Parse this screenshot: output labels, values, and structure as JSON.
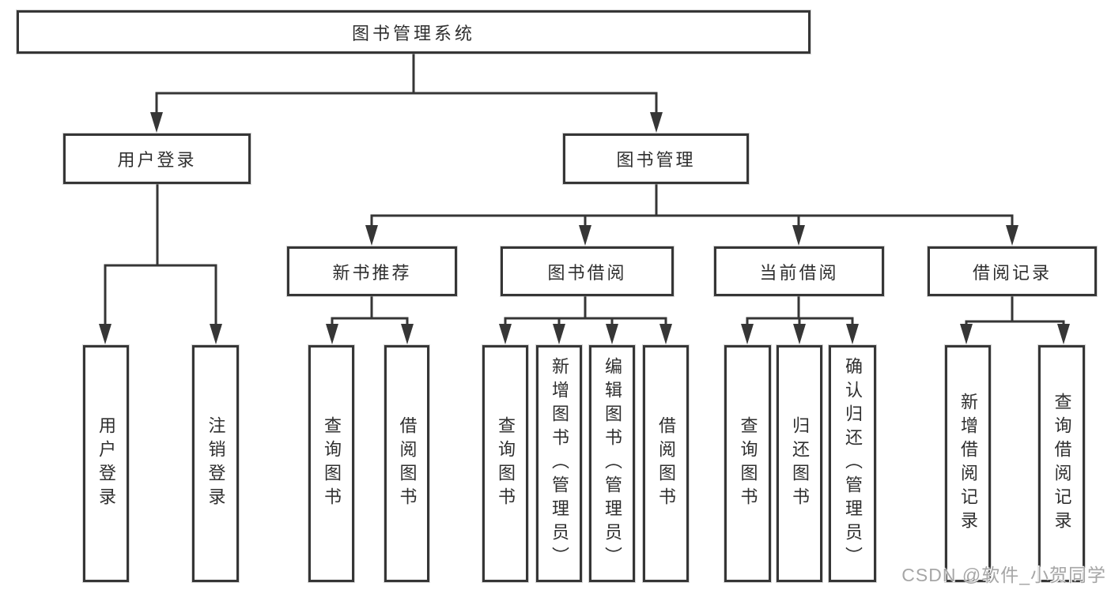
{
  "watermark": "CSDN @软件_小贺同学",
  "diagram_type": "hierarchy-tree",
  "tree": {
    "label": "图书管理系统",
    "children": [
      {
        "label": "用户登录",
        "children": [
          {
            "label": "用户登录"
          },
          {
            "label": "注销登录"
          }
        ]
      },
      {
        "label": "图书管理",
        "children": [
          {
            "label": "新书推荐",
            "children": [
              {
                "label": "查询图书"
              },
              {
                "label": "借阅图书"
              }
            ]
          },
          {
            "label": "图书借阅",
            "children": [
              {
                "label": "查询图书"
              },
              {
                "label": "新增图书（管理员）"
              },
              {
                "label": "编辑图书（管理员）"
              },
              {
                "label": "借阅图书"
              }
            ]
          },
          {
            "label": "当前借阅",
            "children": [
              {
                "label": "查询图书"
              },
              {
                "label": "归还图书"
              },
              {
                "label": "确认归还（管理员）"
              }
            ]
          },
          {
            "label": "借阅记录",
            "children": [
              {
                "label": "新增借阅记录"
              },
              {
                "label": "查询借阅记录"
              }
            ]
          }
        ]
      }
    ]
  }
}
